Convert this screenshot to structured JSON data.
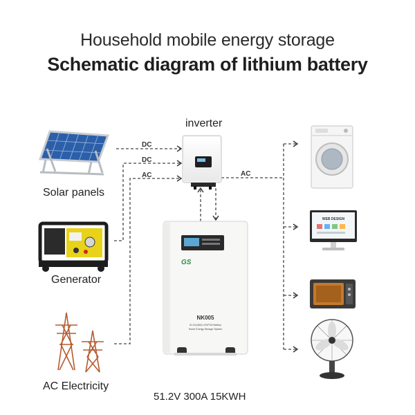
{
  "header": {
    "title": "Household mobile energy storage",
    "subtitle": "Schematic diagram of lithium battery"
  },
  "sources": {
    "solar": "Solar panels",
    "generator": "Generator",
    "grid": "AC Electricity"
  },
  "inverter": {
    "label": "inverter"
  },
  "links": {
    "dc1": "DC",
    "dc2": "DC",
    "ac_in": "AC",
    "ac_out": "AC"
  },
  "battery": {
    "model": "NK005",
    "line1": "51.2V(48V) LiFePO4 Battery",
    "line2": "Home Energy Storage System",
    "spec": "51.2V 300A 15KWH",
    "logo": "GS"
  },
  "loads": {
    "monitor_screen": "WEB DESIGN"
  }
}
